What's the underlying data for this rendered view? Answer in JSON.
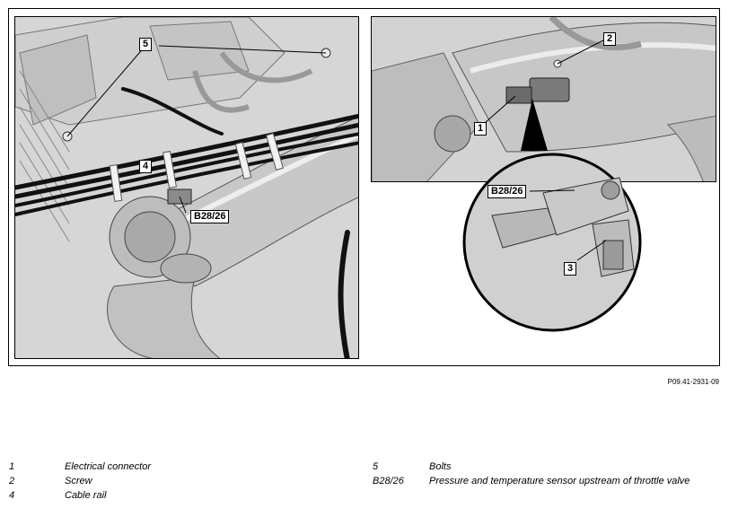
{
  "figure_id": "P09.41-2931-09",
  "callouts": {
    "c5": "5",
    "c4": "4",
    "b2826_left": "B28/26",
    "c2": "2",
    "c1": "1",
    "b2826_detail": "B28/26",
    "c3": "3"
  },
  "legend": [
    {
      "num": "1",
      "text": "Electrical connector"
    },
    {
      "num": "2",
      "text": "Screw"
    },
    {
      "num": "4",
      "text": "Cable rail"
    },
    {
      "num": "5",
      "text": "Bolts"
    },
    {
      "num": "B28/26",
      "text": "Pressure and temperature sensor upstream of throttle valve"
    }
  ]
}
